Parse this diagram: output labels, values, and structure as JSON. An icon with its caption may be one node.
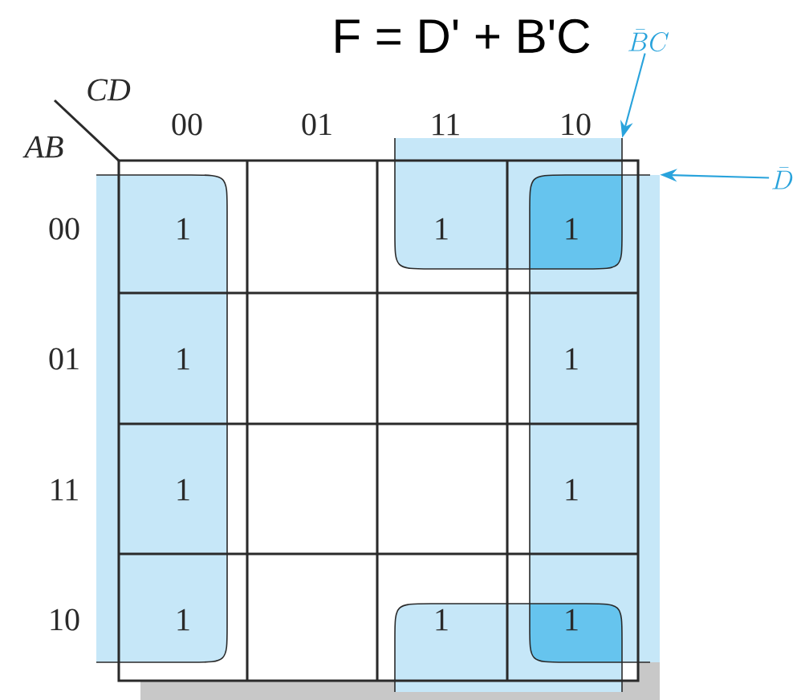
{
  "diagram": {
    "title": "F = D' + B'C",
    "nodes": [
      {
        "text": [
          "\\bar{B}C"
        ]
      },
      {
        "text": [],
        "shape": "box"
      },
      {
        "text": [
          "\\bar{D}"
        ]
      },
      {
        "text": [],
        "shape": "box"
      }
    ],
    "edges": [
      {
        "from": 0,
        "to": 1,
        "arrow": "to"
      },
      {
        "from": 2,
        "to": 3,
        "arrow": "to"
      }
    ],
    "labels": [
      "CD",
      "00",
      "01",
      "11",
      "10",
      "AB",
      "00",
      "1",
      "1",
      "1",
      "01",
      "1",
      "1",
      "11",
      "1",
      "1",
      "10",
      "1",
      "1",
      "1"
    ]
  }
}
